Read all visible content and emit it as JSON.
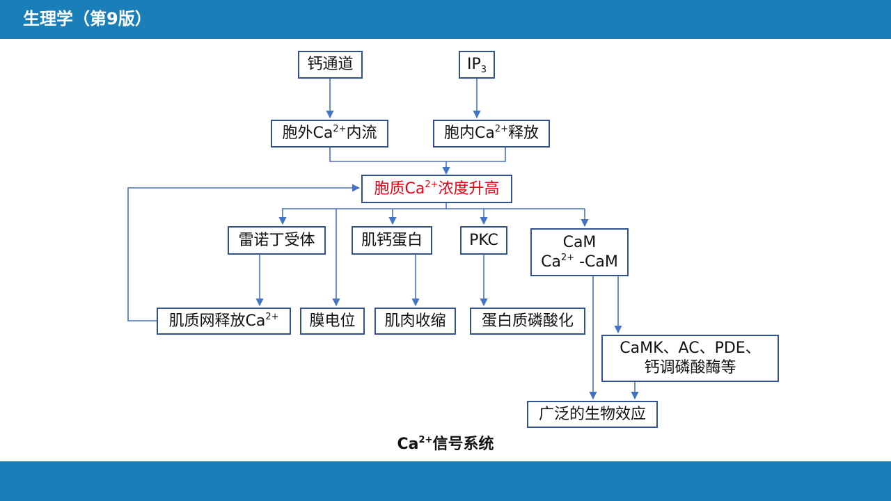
{
  "header": {
    "title": "生理学（第9版）"
  },
  "diagram": {
    "caption": {
      "main": "Ca",
      "sup": "2+",
      "rest": "信号系统"
    },
    "nodes": {
      "calcium_channel": {
        "text": "钙通道"
      },
      "ip3": {
        "pre": "IP",
        "sub": "3"
      },
      "ca_influx": {
        "pre": "胞外Ca",
        "sup": "2+",
        "post": "内流"
      },
      "ca_release": {
        "pre": "胞内Ca",
        "sup": "2+",
        "post": "释放"
      },
      "ca_rise": {
        "pre": "胞质Ca",
        "sup": "2+",
        "post": "浓度升高"
      },
      "ryanodine_receptor": {
        "text": "雷诺丁受体"
      },
      "troponin": {
        "text": "肌钙蛋白"
      },
      "pkc": {
        "text": "PKC"
      },
      "cam": {
        "line1": "CaM",
        "line2_pre": "Ca",
        "line2_sup": "2+",
        "line2_post": " -CaM"
      },
      "sr_release": {
        "pre": "肌质网释放Ca",
        "sup": "2+"
      },
      "membrane_potential": {
        "text": "膜电位"
      },
      "muscle_contraction": {
        "text": "肌肉收缩"
      },
      "protein_phosphorylation": {
        "text": "蛋白质磷酸化"
      },
      "camk": {
        "line1": "CaMK、AC、PDE、",
        "line2": "钙调磷酸酶等"
      },
      "bio_effects": {
        "text": "广泛的生物效应"
      }
    }
  },
  "colors": {
    "header_bar": "#1a7fb8",
    "box_border": "#2f528f",
    "connector": "#4472c4",
    "highlight_text": "#e60012"
  }
}
